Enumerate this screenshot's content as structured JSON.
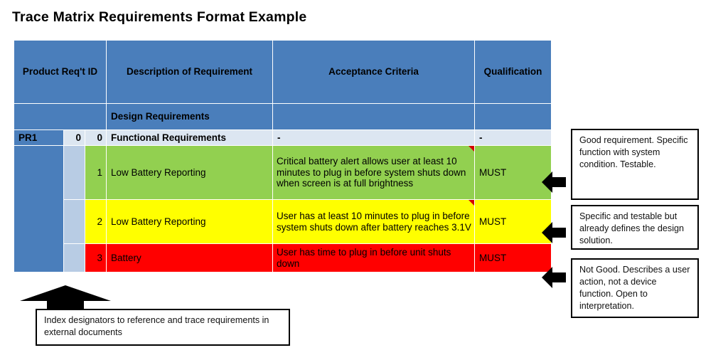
{
  "slide": {
    "title": "Trace Matrix Requirements Format Example"
  },
  "colors": {
    "header_blue": "#4a7ebb",
    "light_blue": "#dce6f1",
    "mid_blue": "#b8cce4",
    "green": "#92d050",
    "yellow": "#ffff00",
    "red": "#ff0000",
    "comment_flag_red": "#d40000"
  },
  "table": {
    "headers": {
      "product_req_id": "Product Req't ID",
      "description": "Description of Requirement",
      "acceptance": "Acceptance Criteria",
      "qualification": "Qualification"
    },
    "subheader": {
      "design_requirements": "Design Requirements"
    },
    "section_row": {
      "pr_id": "PR1",
      "index_1": "0",
      "index_2": "0",
      "description": "Functional Requirements",
      "acceptance": "-",
      "qualification": "-"
    },
    "rows": [
      {
        "index": "1",
        "description": "Low Battery Reporting",
        "acceptance": "Critical battery alert allows user at least 10 minutes to plug in before system shuts down when screen is at full brightness",
        "qualification": "MUST",
        "tint": "green",
        "has_comment_flag": true
      },
      {
        "index": "2",
        "description": "Low Battery Reporting",
        "acceptance": "User has at least 10 minutes to plug in before system shuts down after battery reaches 3.1V",
        "qualification": "MUST",
        "tint": "yellow",
        "has_comment_flag": true
      },
      {
        "index": "3",
        "description": "Battery",
        "acceptance": "User has time to plug in before unit shuts down",
        "qualification": "MUST",
        "tint": "red",
        "has_comment_flag": false
      }
    ]
  },
  "callouts": {
    "good": "Good requirement. Specific function with system condition. Testable.",
    "design": "Specific and testable but already defines the design solution.",
    "not_good": "Not Good. Describes a user action, not a device function. Open to interpretation.",
    "index": "Index designators to reference and trace requirements in external documents"
  }
}
